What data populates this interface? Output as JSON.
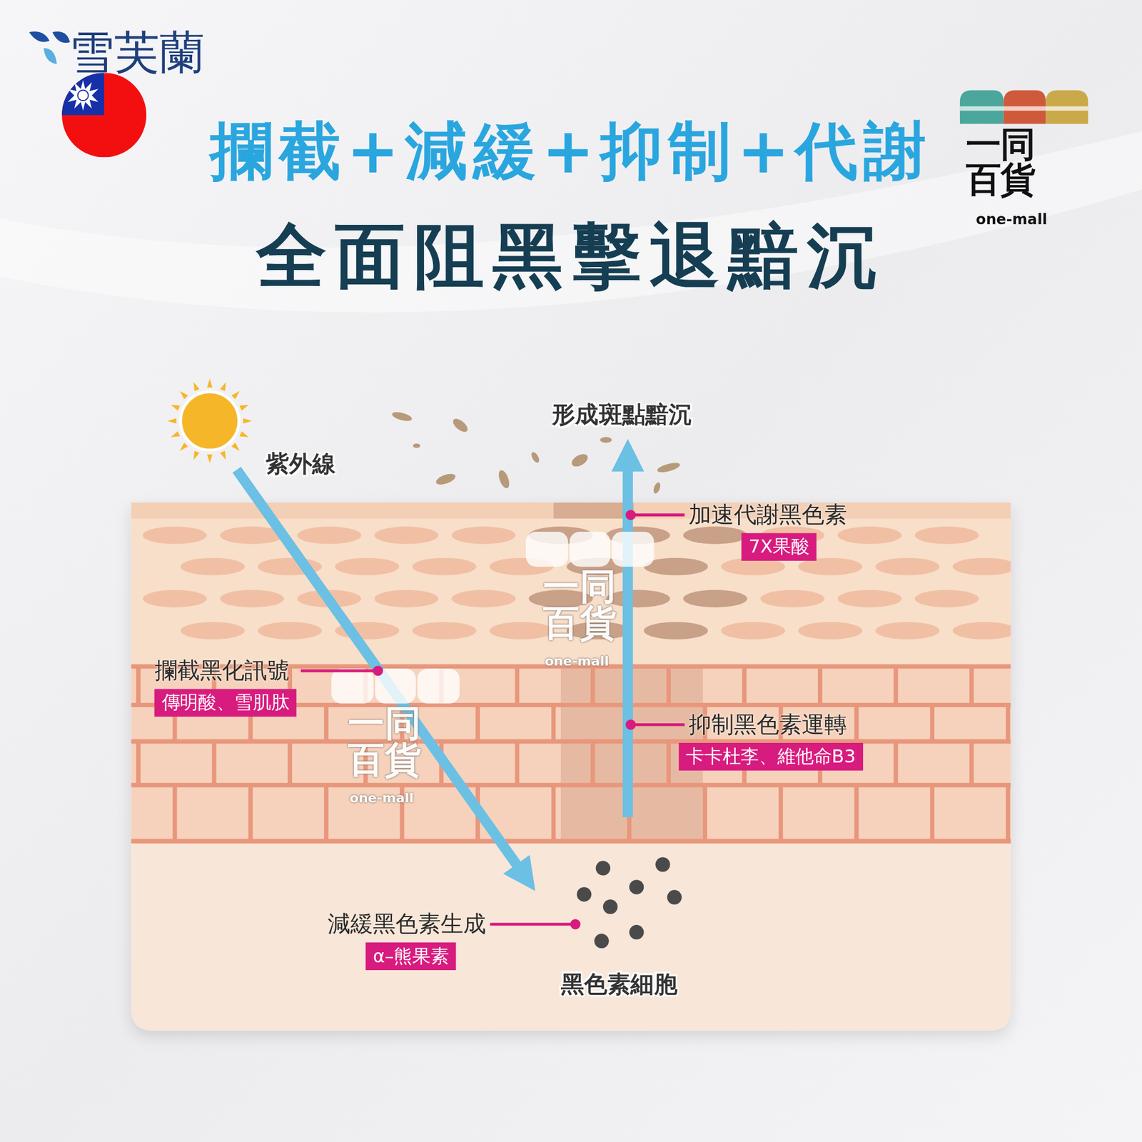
{
  "diagram": {
    "title": "攔截+減緩+抑制+代謝",
    "nodes": [
      {
        "text": [
          "加速代謝黑色素",
          "7X果酸"
        ]
      },
      {
        "text": [
          "攔截黑化訊號",
          "傳明酸、雪肌肽"
        ]
      },
      {
        "text": [
          "抑制黑色素運轉",
          "卡卡杜李、維他命B3"
        ]
      },
      {
        "text": [
          "減緩黑色素生成",
          "α–熊果素"
        ]
      }
    ],
    "labels": [
      "雪芙蘭",
      "全面阻黑擊退黯沉",
      "一同百貨",
      "one-mall",
      "紫外線",
      "形成斑點黯沉",
      "一同百貨",
      "one-mall",
      "一同百貨",
      "one-mall",
      "黑色素細胞"
    ]
  }
}
